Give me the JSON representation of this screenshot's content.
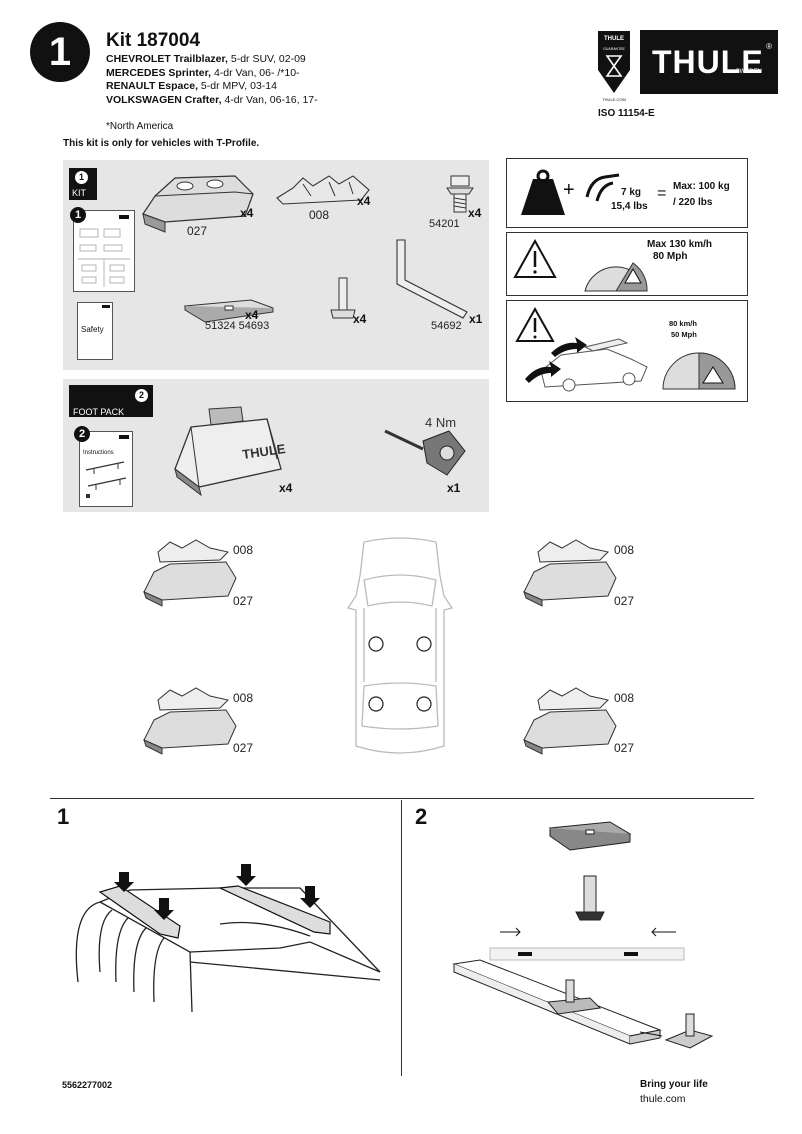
{
  "header": {
    "page_number": "1",
    "kit_title": "Kit 187004",
    "vehicles": [
      {
        "make": "CHEVROLET Trailblazer,",
        "spec": " 5-dr SUV, 02-09"
      },
      {
        "make": "MERCEDES Sprinter,",
        "spec": " 4-dr Van, 06- /*10-"
      },
      {
        "make": "RENAULT Espace,",
        "spec": " 5-dr MPV, 03-14"
      },
      {
        "make": "VOLKSWAGEN Crafter,",
        "spec": " 4-dr Van, 06-16, 17-"
      }
    ],
    "footnote": "*North America",
    "tprofile_note": "This kit is only for vehicles with T-Profile.",
    "iso": "ISO 11154-E",
    "brand": "THULE",
    "brand_sub": "SWEDEN",
    "guarantee_top": "THULE",
    "guarantee_mid": "GUARANTEE",
    "guarantee_url": "THULE.COM"
  },
  "kit_panel": {
    "tag_num": "1",
    "tag_label": "KIT",
    "booklet_num": "1",
    "safety": "Safety",
    "parts": [
      {
        "part": "027",
        "qty": "x4"
      },
      {
        "part": "008",
        "qty": "x4"
      },
      {
        "part": "54201",
        "qty": "x4"
      },
      {
        "part": "51324 54693",
        "qty": "x4"
      },
      {
        "part": "",
        "qty": "x4"
      },
      {
        "part": "54692",
        "qty": "x1"
      }
    ]
  },
  "foot_panel": {
    "tag_num": "2",
    "tag_label": "FOOT PACK",
    "booklet_num": "2",
    "instructions": "Instructions",
    "foot_qty": "x4",
    "torque": "4 Nm",
    "key_qty": "x1",
    "foot_brand": "THULE"
  },
  "load_info": {
    "weight": "7 kg",
    "weight_lbs": "15,4 lbs",
    "max_label": "Max: 100 kg",
    "max_lbs": "/ 220 lbs",
    "speed_max": "Max  130 km/h",
    "speed_mph": "80 Mph",
    "speed2_kmh": "80 km/h",
    "speed2_mph": "50 Mph"
  },
  "placement": {
    "labels": [
      "008",
      "027",
      "008",
      "027",
      "008",
      "027",
      "008",
      "027"
    ]
  },
  "steps": {
    "step1": "1",
    "step2": "2"
  },
  "footer": {
    "code": "5562277002",
    "tagline": "Bring your life",
    "url": "thule.com"
  },
  "colors": {
    "panel_gray": "#e6e6e6",
    "ink": "#111111"
  }
}
